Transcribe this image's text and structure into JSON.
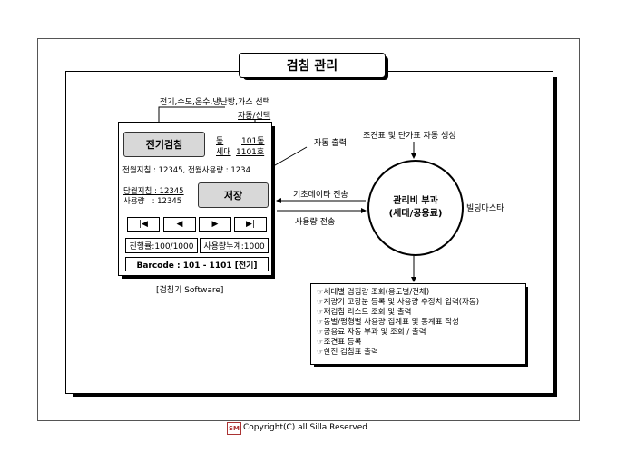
{
  "title": "검침 관리",
  "device": {
    "meter_button": "전기검침",
    "dong_label": "동",
    "dong_value": "101동",
    "unit_label": "세대",
    "unit_value": "1101호",
    "prev_month_line": "전월지침 : 12345, 전월사용량 : 1234",
    "curr_reading_line": "당월지침 : 12345",
    "usage_line": "사용량   : 12345",
    "save_button": "저장",
    "nav": [
      "|◀",
      "◀",
      "▶",
      "▶|"
    ],
    "progress": "진행률:100/1000",
    "cumulative": "사용량누계:1000",
    "barcode": "Barcode : 101 - 1101 [전기]",
    "caption": "[검침기 Software]"
  },
  "annotations": {
    "utility_select": "전기,수도,온수,냉난방,가스 선택",
    "auto_select": "자동/선택",
    "auto_output": "자동 출력",
    "base_data_transfer": "기초데이타 전송",
    "usage_transfer": "사용량 전송",
    "auto_generate": "조견표 및 단가표 자동 생성",
    "building_master": "빌딩마스타"
  },
  "center": {
    "line1": "관리비 부과",
    "line2": "(세대/공용료)"
  },
  "functions": [
    "세대별 검침량 조회(용도별/전체)",
    "계량기 고장분 등록 및 사용량 추정치 입력(자동)",
    "재검침 리스트 조회 및 출력",
    "동별/평형별 사용량 집계표 및 통계표 작성",
    "공용료 자동 부과 및 조회 / 출력",
    "조견표 등록",
    "한전 검침표 출력"
  ],
  "footer": {
    "logo": "SM",
    "copyright": "Copyright(C) all Silla Reserved"
  }
}
